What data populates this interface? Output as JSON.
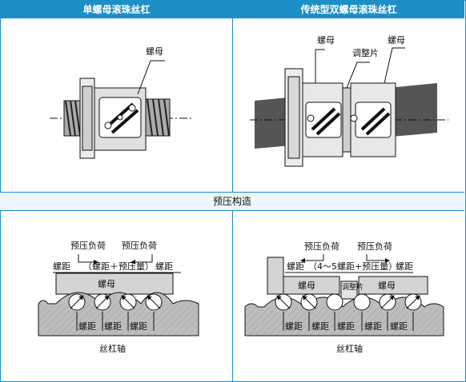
{
  "headers": {
    "single": "单螺母滚珠丝杠",
    "double": "传统型双螺母滚珠丝杠"
  },
  "section_title": "预压构造",
  "top_left": {
    "nut_label": "螺母"
  },
  "top_right": {
    "nut_label_left": "螺母",
    "adjust_label": "调整片",
    "nut_label_right": "螺母"
  },
  "bottom_left": {
    "preload_left": "预压负荷",
    "preload_right": "预压负荷",
    "pitch_left": "螺距",
    "pitch_middle": "（螺距＋预压量）",
    "pitch_right": "螺距",
    "nut_label": "螺母",
    "pitch_bottom": [
      "螺距",
      "螺距",
      "螺距"
    ],
    "shaft_label": "丝杠轴"
  },
  "bottom_right": {
    "preload_left": "预压负荷",
    "preload_right": "预压负荷",
    "pitch_left": "螺距",
    "pitch_middle": "（4～5螺距+预压量）",
    "pitch_right": "螺距",
    "nut_left": "螺母",
    "nut_right": "螺母",
    "adjust_label": "调整片",
    "pitch_bottom": [
      "螺距",
      "螺距",
      "螺距",
      "螺距",
      "螺距"
    ],
    "shaft_label": "丝杠轴"
  },
  "colors": {
    "accent": "#1b8fc6",
    "nut_fill": "#d4d4d4",
    "shaft_fill": "#bdbdbd",
    "ball_arrow": "#111111"
  }
}
